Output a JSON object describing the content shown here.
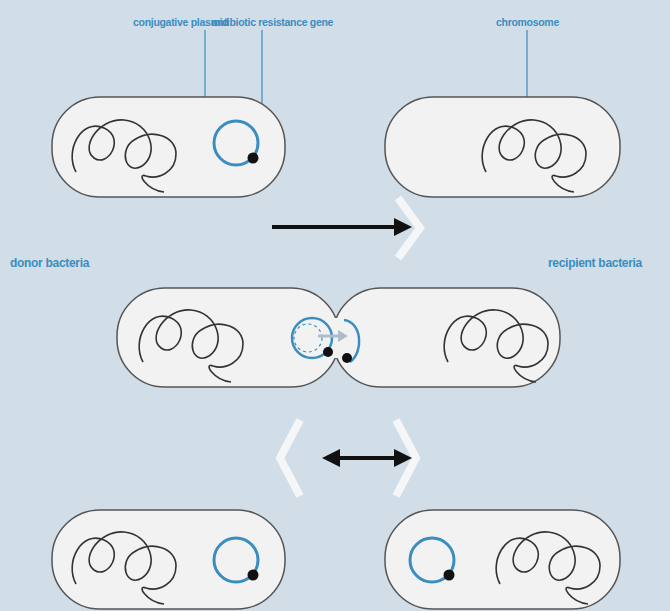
{
  "diagram": {
    "labels": [
      "conjugative plasmid",
      "antibiotic resistance gene",
      "chromosome",
      "donor bacteria",
      "recipient bacteria"
    ]
  }
}
